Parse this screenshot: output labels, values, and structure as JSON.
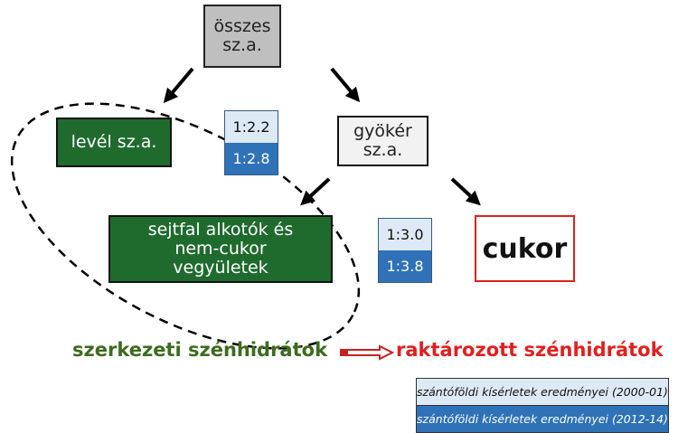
{
  "nodes": {
    "total": "összes sz.a.",
    "leaf": "levél sz.a.",
    "root": "gyökér sz.a.",
    "cellwall": "sejtfal alkotók és nem-cukor vegyületek",
    "sugar": "cukor"
  },
  "ratios": {
    "leaf_root": {
      "old": "1:2.2",
      "new": "1:2.8"
    },
    "cellwall_sugar": {
      "old": "1:3.0",
      "new": "1:3.8"
    }
  },
  "bottom": {
    "structural": "szerkezeti szénhidrátok",
    "storage": "raktározott szénhidrátok"
  },
  "legend": {
    "old": "szántóföldi kísérletek eredményei (2000-01)",
    "new": "szántóföldi kísérletek eredményei (2012-14)"
  },
  "colors": {
    "green": "#1f6b2e",
    "red": "#e02020",
    "blue": "#2f72b8",
    "light": "#dde9f5"
  }
}
